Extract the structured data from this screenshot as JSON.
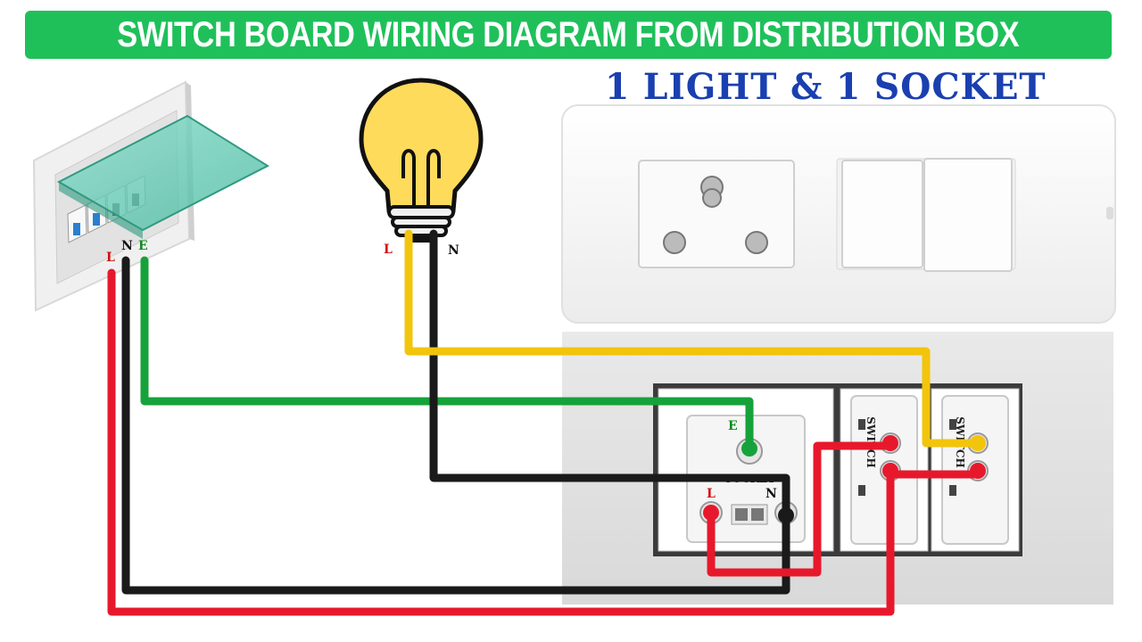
{
  "header": {
    "title": "SWITCH BOARD WIRING DIAGRAM FROM DISTRIBUTION BOX",
    "subtitle": "1 LIGHT & 1 SOCKET"
  },
  "labels": {
    "db_live": "L",
    "db_neutral": "N",
    "db_earth": "E",
    "bulb_live": "L",
    "bulb_neutral": "N",
    "socket_earth": "E",
    "socket_title": "SOCKET",
    "socket_live": "L",
    "socket_neutral": "N",
    "switch1": "SWITCH",
    "switch2": "SWITCH"
  },
  "colors": {
    "title_bg": "#1fc05a",
    "subtitle": "#1a3fb0",
    "live_wire": "#e8182c",
    "neutral_wire": "#1a1a1a",
    "earth_wire": "#16a23a",
    "lamp_wire": "#f2c40c",
    "label_live": "#d01010",
    "label_earth": "#108a20",
    "label_neutral": "#111111"
  }
}
